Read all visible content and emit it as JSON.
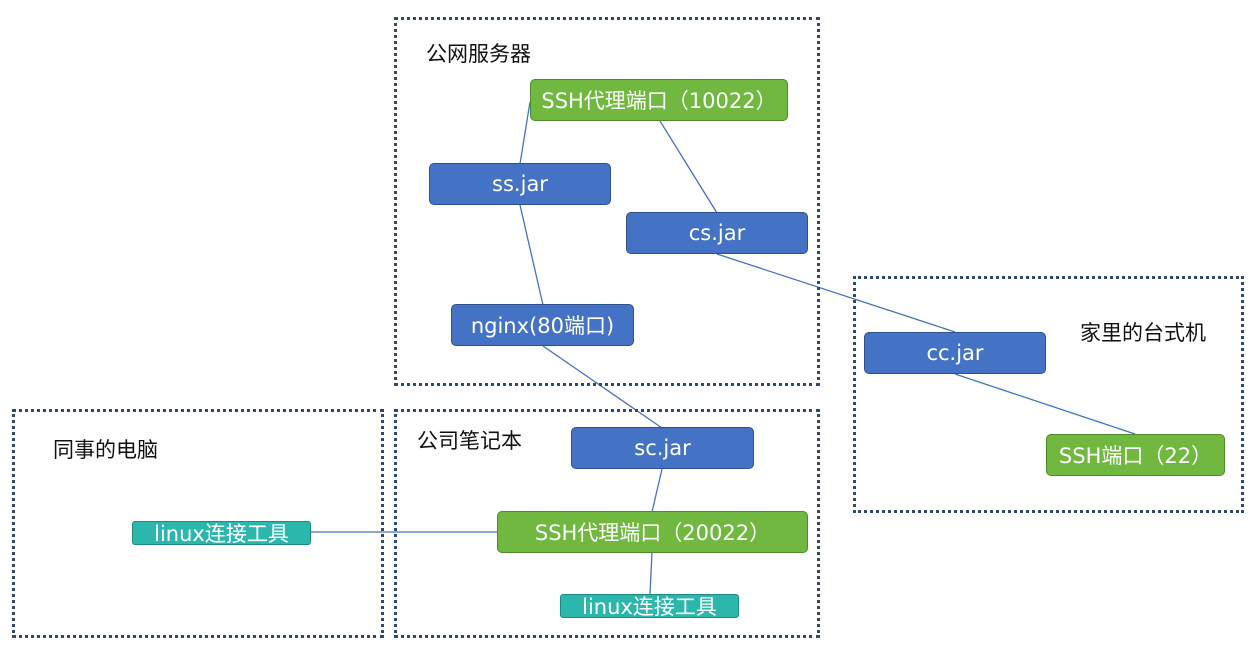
{
  "zones": {
    "public_server": {
      "label": "公网服务器"
    },
    "company_laptop": {
      "label": "公司笔记本"
    },
    "home_desktop": {
      "label": "家里的台式机"
    },
    "colleague_pc": {
      "label": "同事的电脑"
    }
  },
  "nodes": {
    "ssh_proxy_10022": "SSH代理端口（10022）",
    "ss_jar": "ss.jar",
    "cs_jar": "cs.jar",
    "nginx": "nginx(80端口)",
    "cc_jar": "cc.jar",
    "ssh_22": "SSH端口（22）",
    "sc_jar": "sc.jar",
    "ssh_proxy_20022": "SSH代理端口（20022）",
    "linux_tool_laptop": "linux连接工具",
    "linux_tool_colleague": "linux连接工具"
  },
  "colors": {
    "server_node": "#4472c4",
    "ssh_node": "#70b840",
    "client_node": "#2cb7ad",
    "zone_border": "#2e4a6e"
  }
}
